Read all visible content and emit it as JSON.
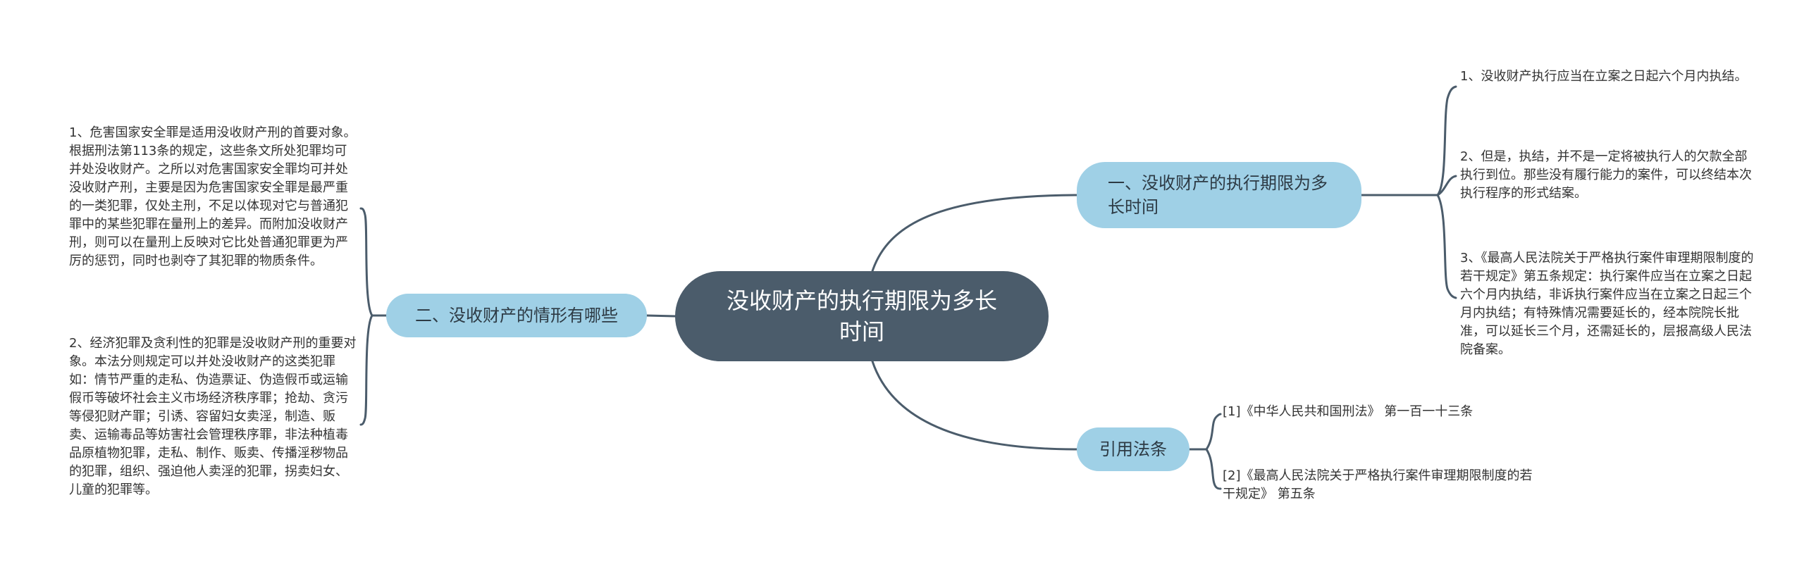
{
  "center": {
    "title": "没收财产的执行期限为多长时间"
  },
  "topics": [
    {
      "label": "一、没收财产的执行期限为多长时间",
      "leaves": [
        "1、没收财产执行应当在立案之日起六个月内执结。",
        "2、但是，执结，并不是一定将被执行人的欠款全部执行到位。那些没有履行能力的案件，可以终结本次执行程序的形式结案。",
        "3、《最高人民法院关于严格执行案件审理期限制度的若干规定》第五条规定：执行案件应当在立案之日起六个月内执结，非诉执行案件应当在立案之日起三个月内执结；有特殊情况需要延长的，经本院院长批准，可以延长三个月，还需延长的，层报高级人民法院备案。"
      ]
    },
    {
      "label": "二、没收财产的情形有哪些",
      "leaves": [
        "1、危害国家安全罪是适用没收财产刑的首要对象。根据刑法第113条的规定，这些条文所处犯罪均可并处没收财产。之所以对危害国家安全罪均可并处没收财产刑，主要是因为危害国家安全罪是最严重的一类犯罪，仅处主刑，不足以体现对它与普通犯罪中的某些犯罪在量刑上的差异。而附加没收财产刑，则可以在量刑上反映对它比处普通犯罪更为严厉的惩罚，同时也剥夺了其犯罪的物质条件。",
        "2、经济犯罪及贪利性的犯罪是没收财产刑的重要对象。本法分则规定可以并处没收财产的这类犯罪如：情节严重的走私、伪造票证、伪造假币或运输假币等破坏社会主义市场经济秩序罪；抢劫、贪污等侵犯财产罪；引诱、容留妇女卖淫，制造、贩卖、运输毒品等妨害社会管理秩序罪，非法种植毒品原植物犯罪，走私、制作、贩卖、传播淫秽物品的犯罪，组织、强迫他人卖淫的犯罪，拐卖妇女、儿童的犯罪等。"
      ]
    },
    {
      "label": "引用法条",
      "leaves": [
        "[1]《中华人民共和国刑法》 第一百一十三条",
        "[2]《最高人民法院关于严格执行案件审理期限制度的若干规定》 第五条"
      ]
    }
  ],
  "colors": {
    "center_fill": "#4b5c6b",
    "topic_fill": "#9fd0e6",
    "connector": "#4b5c6b",
    "leaf_text": "#333333"
  }
}
